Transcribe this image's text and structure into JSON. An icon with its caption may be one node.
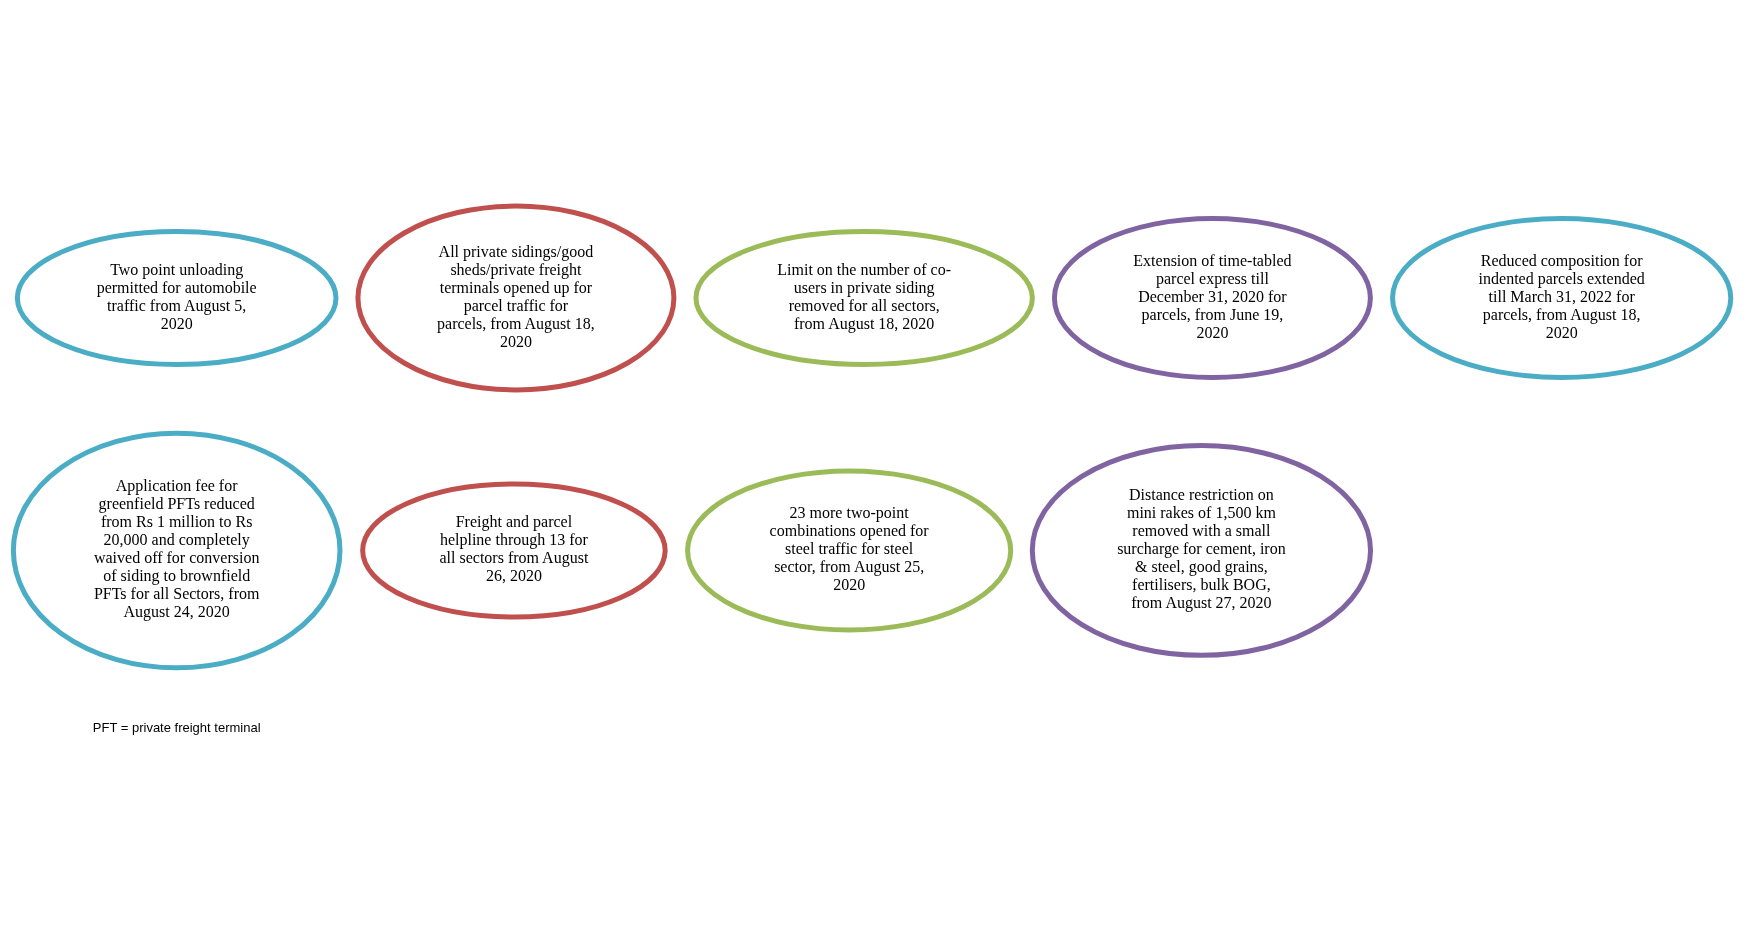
{
  "diagram": {
    "nodes": [
      {
        "text": [
          "Two point unloading permitted for automobile traffic from August 5, 2020"
        ]
      },
      {
        "text": [
          "All private sidings/good sheds/private freight terminals opened up for parcel traffic for parcels, from August 18, 2020"
        ]
      },
      {
        "text": [
          "Limit on the number of co-users in private siding removed for all sectors, from August 18, 2020"
        ]
      },
      {
        "text": [
          "Extension of time-tabled parcel express till December 31, 2020 for parcels, from June 19, 2020"
        ]
      },
      {
        "text": [
          "Reduced composition for indented parcels extended till March 31, 2022 for parcels, from August 18, 2020"
        ]
      },
      {
        "text": [
          "Application fee for greenfield PFTs reduced from Rs 1 million to Rs 20,000 and completely waived off for conversion of siding to brownfield PFTs for all Sectors, from August 24, 2020"
        ]
      },
      {
        "text": [
          "Freight and parcel helpline through 13 for all sectors from August 26, 2020"
        ]
      },
      {
        "text": [
          "23 more two-point combinations opened for steel traffic for steel sector, from August 25, 2020"
        ]
      },
      {
        "text": [
          "Distance restriction on mini rakes of 1,500 km removed with a small surcharge for cement, iron & steel, good grains, fertilisers, bulk BOG, from August 27, 2020"
        ]
      }
    ],
    "edges": [],
    "labels": [
      "PFT = private freight terminal"
    ]
  }
}
